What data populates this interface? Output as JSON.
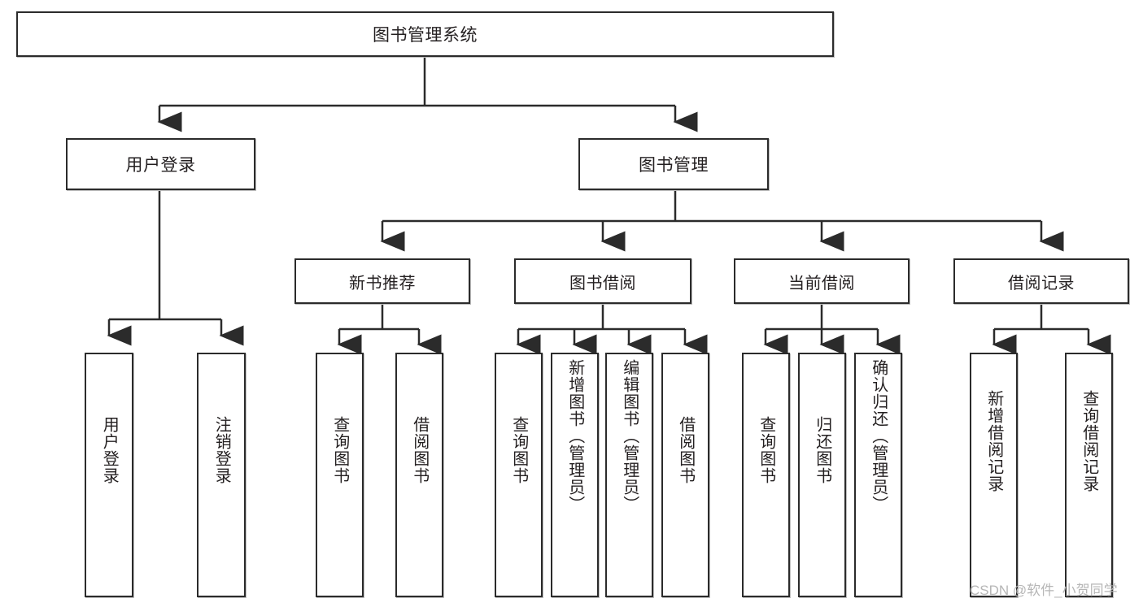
{
  "diagram": {
    "title": "图书管理系统",
    "watermark": "CSDN @软件_小贺同学",
    "root": {
      "label": "图书管理系统"
    },
    "level2": [
      {
        "label": "用户登录"
      },
      {
        "label": "图书管理"
      }
    ],
    "level3": [
      {
        "label": "新书推荐"
      },
      {
        "label": "图书借阅"
      },
      {
        "label": "当前借阅"
      },
      {
        "label": "借阅记录"
      }
    ],
    "leaves": [
      {
        "label": "用户登录"
      },
      {
        "label": "注销登录"
      },
      {
        "label": "查询图书"
      },
      {
        "label": "借阅图书"
      },
      {
        "label": "查询图书"
      },
      {
        "label": "新增图书（管理员）"
      },
      {
        "label": "编辑图书（管理员）"
      },
      {
        "label": "借阅图书"
      },
      {
        "label": "查询图书"
      },
      {
        "label": "归还图书"
      },
      {
        "label": "确认归还（管理员）"
      },
      {
        "label": "新增借阅记录"
      },
      {
        "label": "查询借阅记录"
      }
    ],
    "colors": {
      "stroke": "#2b2b2b",
      "fill": "#ffffff",
      "text": "#231f20",
      "watermark": "#b6b6b6"
    }
  }
}
